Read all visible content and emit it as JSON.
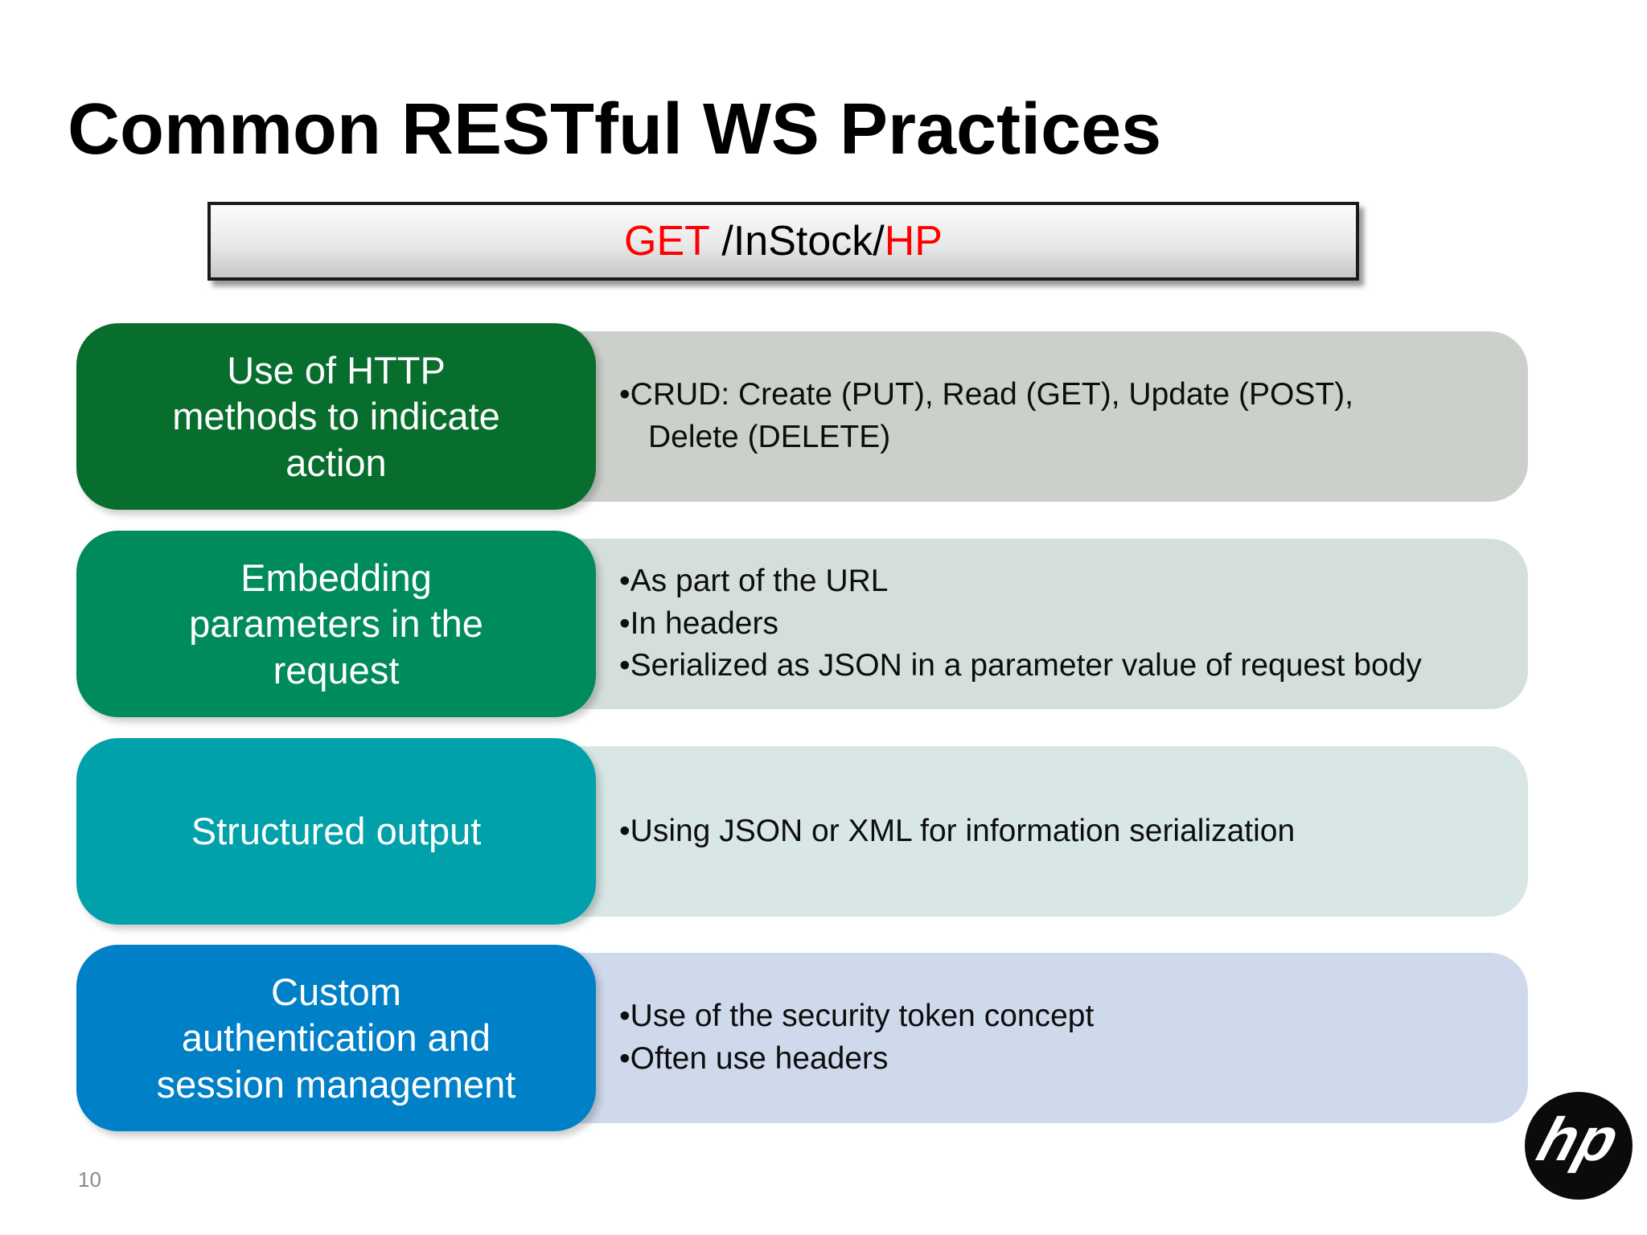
{
  "slide": {
    "title": "Common RESTful WS Practices",
    "page_number": "10",
    "header_box": {
      "segments": [
        {
          "text": "GET",
          "color": "#FF0000"
        },
        {
          "text": " /InStock/",
          "color": "#000000"
        },
        {
          "text": "HP",
          "color": "#FF0000"
        }
      ]
    },
    "rows": [
      {
        "label": "Use of HTTP methods to indicate action",
        "label_lines": [
          "Use of HTTP",
          "methods to indicate",
          "action"
        ],
        "label_bg": "#076E2D",
        "panel_bg": "#CBD1CA",
        "bullets": [
          "CRUD: Create (PUT), Read (GET), Update (POST), Delete (DELETE)"
        ]
      },
      {
        "label": "Embedding parameters in the request",
        "label_lines": [
          "Embedding",
          "parameters in the",
          "request"
        ],
        "label_bg": "#008B5D",
        "panel_bg": "#D4DFDB",
        "bullets": [
          "As part of the URL",
          "In headers",
          "Serialized as JSON in a parameter value of request body"
        ]
      },
      {
        "label": "Structured output",
        "label_lines": [
          "Structured output"
        ],
        "label_bg": "#00A1AA",
        "panel_bg": "#D8E7E5",
        "bullets": [
          "Using JSON or XML for information serialization"
        ]
      },
      {
        "label": "Custom authentication and session management",
        "label_lines": [
          "Custom",
          "authentication and",
          "session management"
        ],
        "label_bg": "#0080C7",
        "panel_bg": "#CEDAEC",
        "bullets": [
          "Use of the security token concept",
          "Often use headers"
        ]
      }
    ],
    "logo_text": "hp"
  }
}
